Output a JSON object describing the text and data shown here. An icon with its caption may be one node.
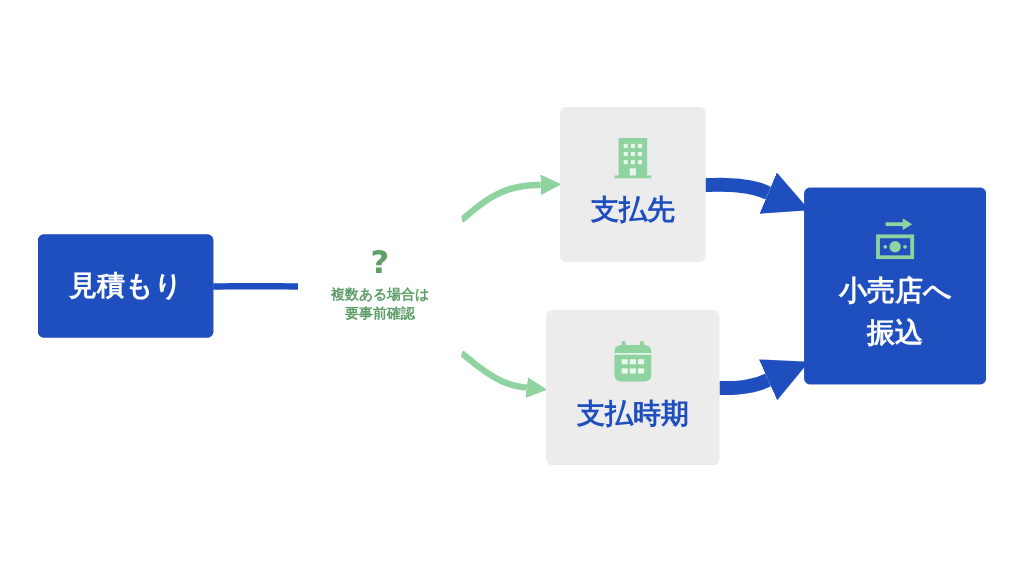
{
  "diagram": {
    "nodes": [
      {
        "text": [
          "見積もり"
        ]
      },
      {
        "text": [
          "?",
          "複数ある場合は要事前確認"
        ]
      },
      {
        "text": [
          "支払先"
        ]
      },
      {
        "text": [
          "支払時期"
        ]
      },
      {
        "text": [
          "小売店へ振込"
        ]
      }
    ],
    "edges": [
      {
        "from": 0,
        "to": 1,
        "arrow": "none"
      },
      {
        "from": 1,
        "to": 2,
        "arrow": "to",
        "color": "#8fd3a0"
      },
      {
        "from": 1,
        "to": 3,
        "arrow": "to",
        "color": "#8fd3a0"
      },
      {
        "from": 2,
        "to": 4,
        "arrow": "to",
        "style": "thick"
      },
      {
        "from": 3,
        "to": 4,
        "arrow": "to",
        "style": "thick"
      }
    ]
  }
}
